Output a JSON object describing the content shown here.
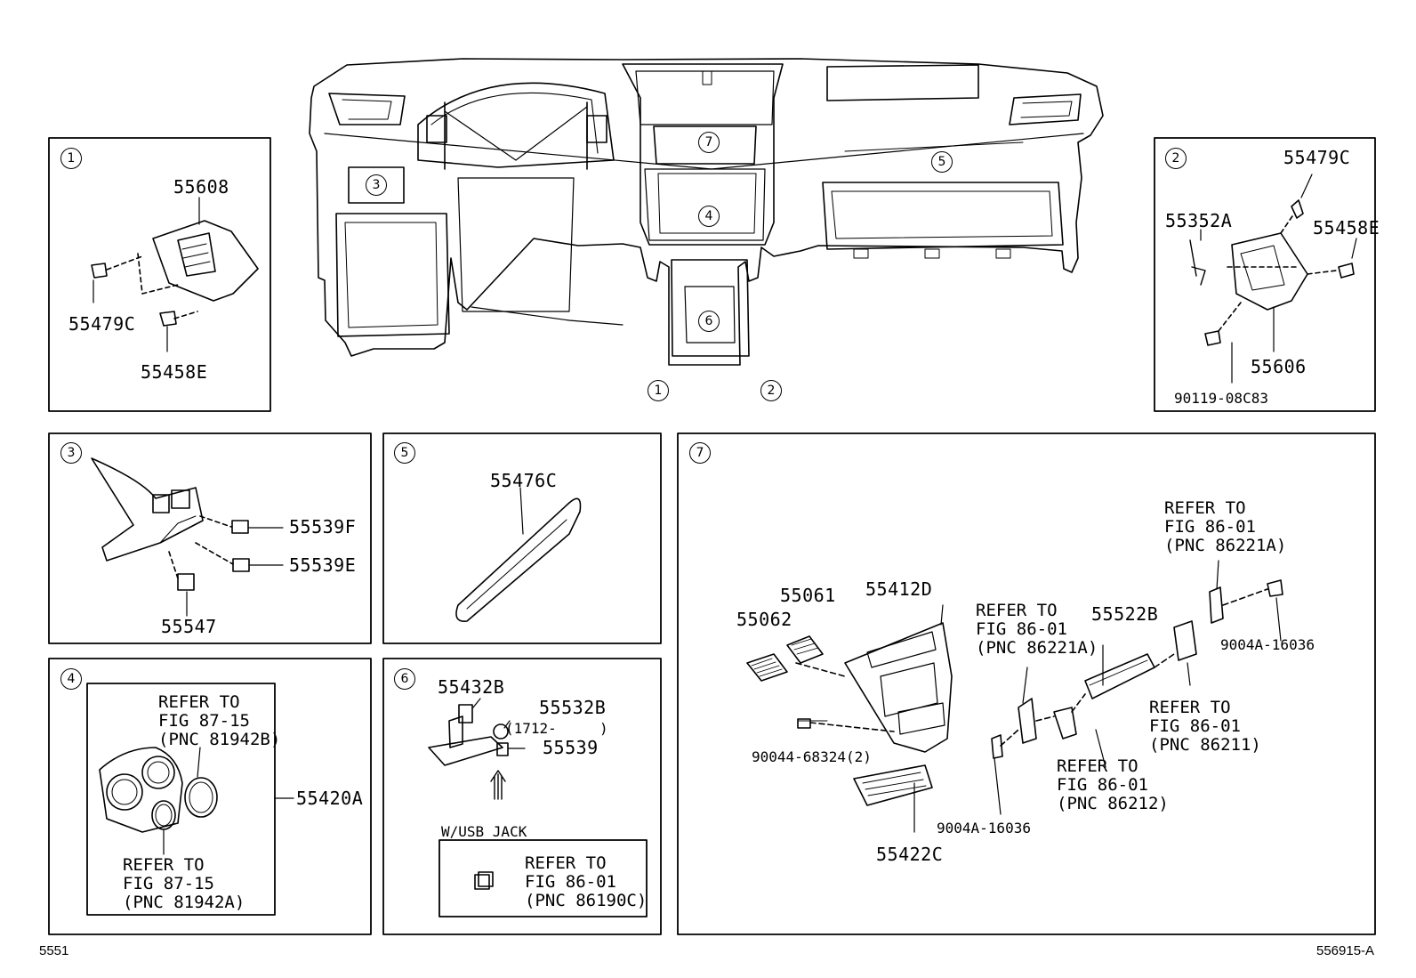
{
  "callouts": [
    "1",
    "2",
    "3",
    "4",
    "5",
    "6",
    "7"
  ],
  "box1": {
    "parts": [
      "55608",
      "55479C",
      "55458E"
    ]
  },
  "box2": {
    "parts": [
      "55479C",
      "55352A",
      "55458E",
      "55606",
      "90119-08C83"
    ]
  },
  "box3": {
    "parts": [
      "55539F",
      "55539E",
      "55547"
    ]
  },
  "box4": {
    "part": "55420A",
    "ref_top": [
      "REFER TO",
      "FIG 87-15",
      "(PNC 81942B)"
    ],
    "ref_bottom": [
      "REFER TO",
      "FIG 87-15",
      "(PNC 81942A)"
    ]
  },
  "box5": {
    "part": "55476C"
  },
  "box6": {
    "parts": [
      "55432B",
      "55532B",
      "55539"
    ],
    "note": "(1712-     )",
    "usb_label": "W/USB JACK",
    "ref": [
      "REFER TO",
      "FIG 86-01",
      "(PNC 86190C)"
    ]
  },
  "box7": {
    "parts": [
      "55062",
      "55061",
      "55412D",
      "55522B",
      "90044-68324(2)",
      "55422C",
      "9004A-16036",
      "9004A-16036"
    ],
    "ref_86221a_top": [
      "REFER TO",
      "FIG 86-01",
      "(PNC 86221A)"
    ],
    "ref_86221a_mid": [
      "REFER TO",
      "FIG 86-01",
      "(PNC 86221A)"
    ],
    "ref_86211": [
      "REFER TO",
      "FIG 86-01",
      "(PNC 86211)"
    ],
    "ref_86212": [
      "REFER TO",
      "FIG 86-01",
      "(PNC 86212)"
    ]
  },
  "footer": {
    "left": "5551",
    "right": "556915-A"
  }
}
